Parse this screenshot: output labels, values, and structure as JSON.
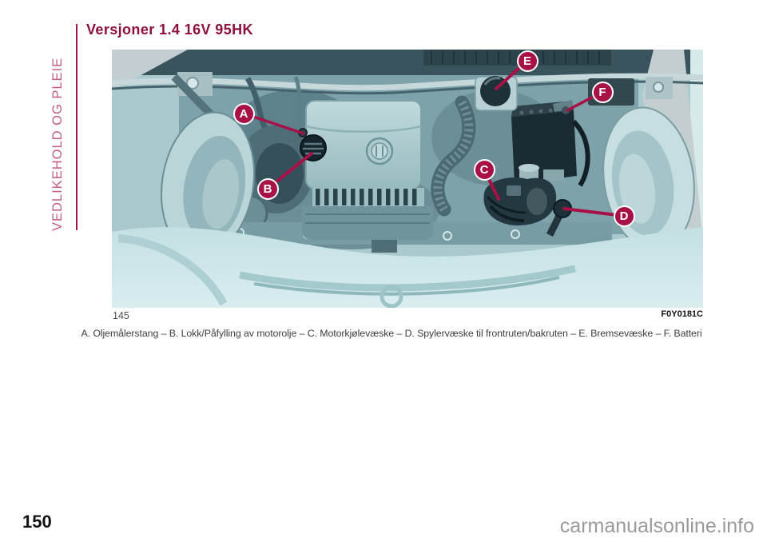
{
  "page": {
    "sidebar_label": "VEDLIKEHOLD OG PLEIE",
    "title": "Versjoner 1.4 16V 95HK",
    "number": "150"
  },
  "figure": {
    "number": "145",
    "code": "F0Y0181C",
    "caption": "A. Oljemålerstang – B. Lokk/Påfylling av motorolje – C. Motorkjølevæske – D. Spylervæske til frontruten/bakruten – E. Bremsevæske – F. Batteri",
    "callouts": [
      {
        "letter": "A"
      },
      {
        "letter": "B"
      },
      {
        "letter": "C"
      },
      {
        "letter": "D"
      },
      {
        "letter": "E"
      },
      {
        "letter": "F"
      }
    ]
  },
  "watermark": "carmanualsonline.info",
  "colors": {
    "accent": "#a81146",
    "title_text": "#8e0f3f",
    "sidebar_text": "#c35c80",
    "photo_teal": "#9ec2c8"
  }
}
